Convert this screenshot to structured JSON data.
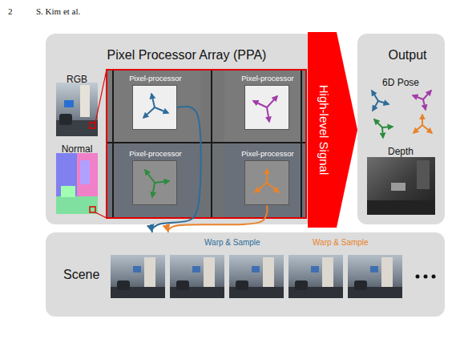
{
  "diagram": {
    "nodes": [
      {
        "text": [
          "Pixel Processor Array (PPA)"
        ]
      },
      {
        "text": [
          "Pixel-processor"
        ],
        "in": 0
      },
      {
        "text": [
          "Pixel-processor"
        ],
        "in": 0
      },
      {
        "text": [
          "Pixel-processor"
        ],
        "in": 0
      },
      {
        "text": [
          "Pixel-processor"
        ],
        "in": 0
      },
      {
        "text": [
          "High-level Signal"
        ]
      },
      {
        "text": [
          "Output"
        ]
      },
      {
        "text": [
          "Scene"
        ]
      }
    ],
    "edges": [
      {
        "from": 1,
        "to": 7,
        "arrow": "to",
        "label": "Warp & Sample"
      },
      {
        "from": 4,
        "to": 7,
        "arrow": "to",
        "label": "Warp & Sample"
      }
    ],
    "labels": [
      "2",
      "S. Kim et al.",
      "RGB",
      "Normal",
      "6D Pose",
      "Depth"
    ]
  }
}
